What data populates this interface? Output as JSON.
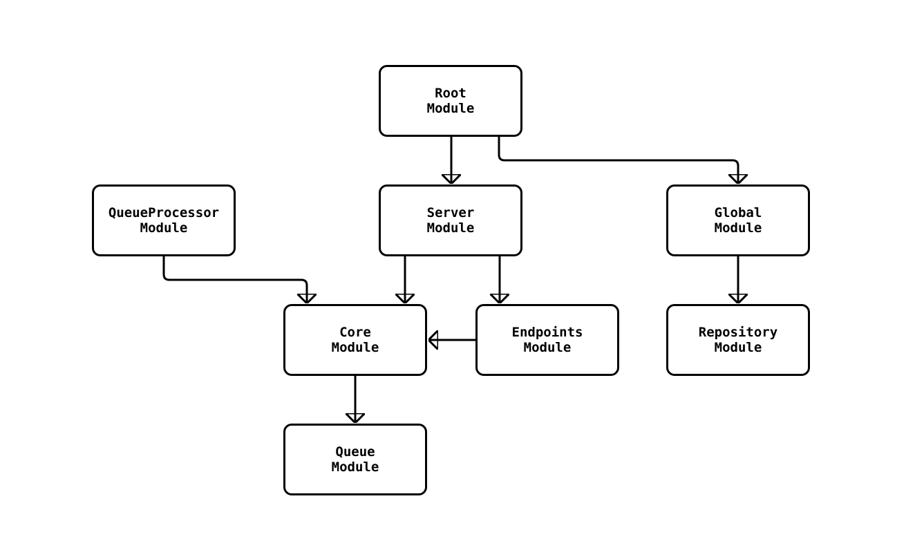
{
  "diagram": {
    "type": "module-dependency-flowchart",
    "background_color": "#ffffff",
    "stroke_color": "#000000",
    "node_fill_color": "#ffffff",
    "nodes": {
      "root": {
        "line1": "Root",
        "line2": "Module"
      },
      "server": {
        "line1": "Server",
        "line2": "Module"
      },
      "queueprocessor": {
        "line1": "QueueProcessor",
        "line2": "Module"
      },
      "global": {
        "line1": "Global",
        "line2": "Module"
      },
      "core": {
        "line1": "Core",
        "line2": "Module"
      },
      "endpoints": {
        "line1": "Endpoints",
        "line2": "Module"
      },
      "repository": {
        "line1": "Repository",
        "line2": "Module"
      },
      "queue": {
        "line1": "Queue",
        "line2": "Module"
      }
    },
    "edges": [
      {
        "from": "Root Module",
        "to": "Server Module"
      },
      {
        "from": "Root Module",
        "to": "Global Module"
      },
      {
        "from": "QueueProcessor Module",
        "to": "Core Module"
      },
      {
        "from": "Server Module",
        "to": "Core Module"
      },
      {
        "from": "Server Module",
        "to": "Endpoints Module"
      },
      {
        "from": "Endpoints Module",
        "to": "Core Module"
      },
      {
        "from": "Global Module",
        "to": "Repository Module"
      },
      {
        "from": "Core Module",
        "to": "Queue Module"
      }
    ]
  }
}
